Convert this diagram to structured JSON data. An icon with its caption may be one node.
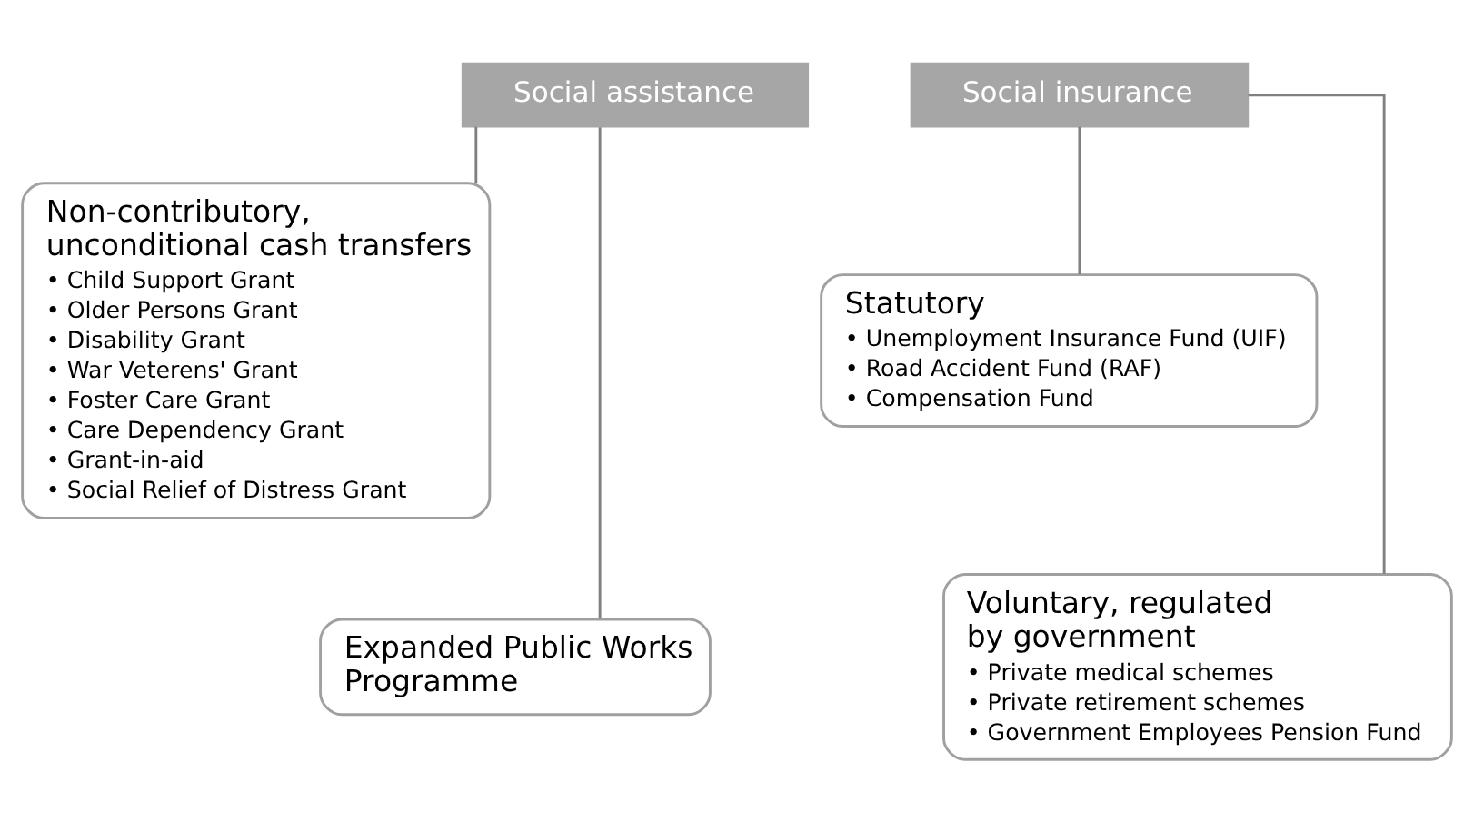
{
  "diagram": {
    "nodes": [
      {
        "text": [
          "Social assistance"
        ]
      },
      {
        "text": [
          "Non-contributory, unconditional cash transfers",
          "• Child Support Grant",
          "• Older Persons Grant",
          "• Disability Grant",
          "• War Veterens' Grant",
          "• Foster Care Grant",
          "• Care Dependency Grant",
          "• Grant-in-aid",
          "• Social Relief of Distress Grant"
        ]
      },
      {
        "text": [
          "Expanded Public Works Programme"
        ]
      },
      {
        "text": [
          "Social insurance"
        ]
      },
      {
        "text": [
          "Statutory",
          "• Unemployment Insurance Fund (UIF)",
          "• Road Accident Fund (RAF)",
          "• Compensation Fund"
        ]
      },
      {
        "text": [
          "Voluntary, regulated by government",
          "• Private medical schemes",
          "• Private retirement schemes",
          "• Government Employees Pension Fund"
        ]
      }
    ],
    "edges": [
      {
        "from": 0,
        "to": 1,
        "arrow": "none"
      },
      {
        "from": 0,
        "to": 2,
        "arrow": "none"
      },
      {
        "from": 3,
        "to": 4,
        "arrow": "none"
      },
      {
        "from": 3,
        "to": 5,
        "arrow": "none"
      }
    ]
  }
}
